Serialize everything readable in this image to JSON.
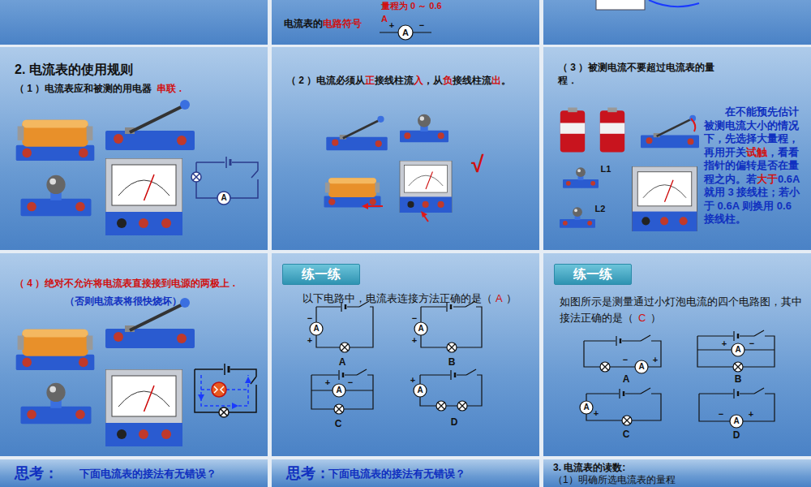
{
  "diagram": {
    "nodes": [
      {
        "text": [
          "量程为 0 ～ 0.6",
          "电流表的",
          "电路符号"
        ]
      },
      {
        "text": [
          "2. 电流表的使用规则",
          "（ 1 ）电流表应和被测的用电器",
          "串联 ."
        ]
      },
      {
        "text": [
          "（ 2 ）电流必须从",
          "正",
          "接线柱流",
          "入",
          "，从",
          "负",
          "接线柱流",
          "出",
          "。"
        ]
      },
      {
        "text": [
          "（ 3 ）被测电流不要超过电流表的量程．",
          "在不能预先估计被测电流大小的情况下，先选择大量程，再用开关",
          "试触",
          "，看看指针的偏转是否在量程之内。若",
          "大于",
          "0.6A就用 3 接线柱；若小于 0.6A 则换用 0.6 接线柱。"
        ]
      },
      {
        "text": [
          "（ 4 ）绝对不允许将电流表直接接到电源的两极上 .",
          "（否则电流表将很快烧坏）"
        ]
      },
      {
        "text": [
          "以下电路中，电流表连接方法正确的是（",
          "A",
          "）"
        ]
      },
      {
        "text": [
          "练一练"
        ],
        "in": 5
      },
      {
        "text": [
          "如图所示是测量通过小灯泡电流的四个电路图，其中接法正确的是（",
          "C",
          "）"
        ]
      },
      {
        "text": [
          "练一练"
        ],
        "in": 7
      },
      {
        "text": [
          "思考：",
          "下面电流表的接法有无错误？"
        ]
      },
      {
        "text": [
          "思考：",
          "下面电流表的接法有无错误？"
        ]
      },
      {
        "text": [
          "3.  电流表的读数:",
          "（1）明确所选电流表的量程"
        ]
      }
    ],
    "labels": [
      "A",
      "+",
      "A",
      "−",
      "A",
      "√",
      "L1",
      "L2",
      "−",
      "A",
      "+",
      "A",
      "−",
      "A",
      "+",
      "B",
      "+",
      "A",
      "−",
      "C",
      "+",
      "A",
      "D",
      "−",
      "A",
      "+",
      "A",
      "+",
      "A",
      "−",
      "B",
      "A",
      "+",
      "C",
      "−",
      "A",
      "+",
      "D"
    ]
  }
}
